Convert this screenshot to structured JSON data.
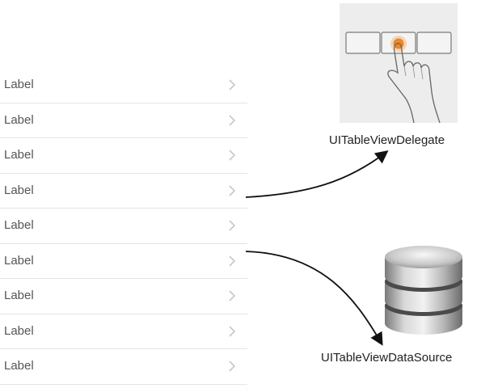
{
  "table": {
    "rows": [
      {
        "label": "Label"
      },
      {
        "label": "Label"
      },
      {
        "label": "Label"
      },
      {
        "label": "Label"
      },
      {
        "label": "Label"
      },
      {
        "label": "Label"
      },
      {
        "label": "Label"
      },
      {
        "label": "Label"
      },
      {
        "label": "Label"
      }
    ],
    "accessory_icon": "chevron-right-icon"
  },
  "delegate": {
    "caption": "UITableViewDelegate",
    "icon": "touch-tap-icon",
    "accent_color": "#e8882f"
  },
  "datasource": {
    "caption": "UITableViewDataSource",
    "icon": "database-icon"
  },
  "colors": {
    "label": "#555555",
    "separator": "#e4e4e4",
    "chevron": "#c7c7cc",
    "arrow": "#111111"
  }
}
